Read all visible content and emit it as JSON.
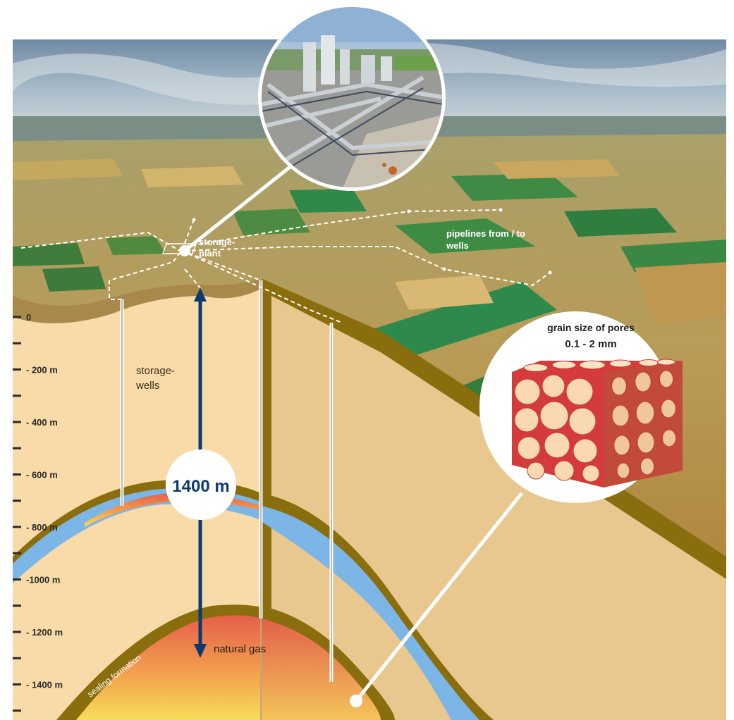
{
  "depth_scale": {
    "ticks": [
      "0",
      "- 200 m",
      "- 400 m",
      "- 600 m",
      "- 800 m",
      "-1000 m",
      "- 1200 m",
      "- 1400 m"
    ]
  },
  "labels": {
    "storage_plant": [
      "storage-",
      "plant"
    ],
    "pipelines": [
      "pipelines from / to",
      "wells"
    ],
    "storage_wells": [
      "storage-",
      "wells"
    ],
    "depth_value": "1400 m",
    "natural_gas": "natural gas",
    "sealing_formation": "sealing formation",
    "pores_title": "grain size of pores",
    "pores_size": "0.1 - 2 mm"
  },
  "colors": {
    "sky": "#9fb6c9",
    "sandstone": "#f8dba8",
    "sealing_layer": "#8a6d0c",
    "aquifer": "#7fb8e8",
    "gas": "#e4704a",
    "arrow": "#0d3a6e"
  },
  "icons": {
    "plant_photo": "gas-storage-plant-photo",
    "pore_cube": "porous-rock-cube"
  }
}
